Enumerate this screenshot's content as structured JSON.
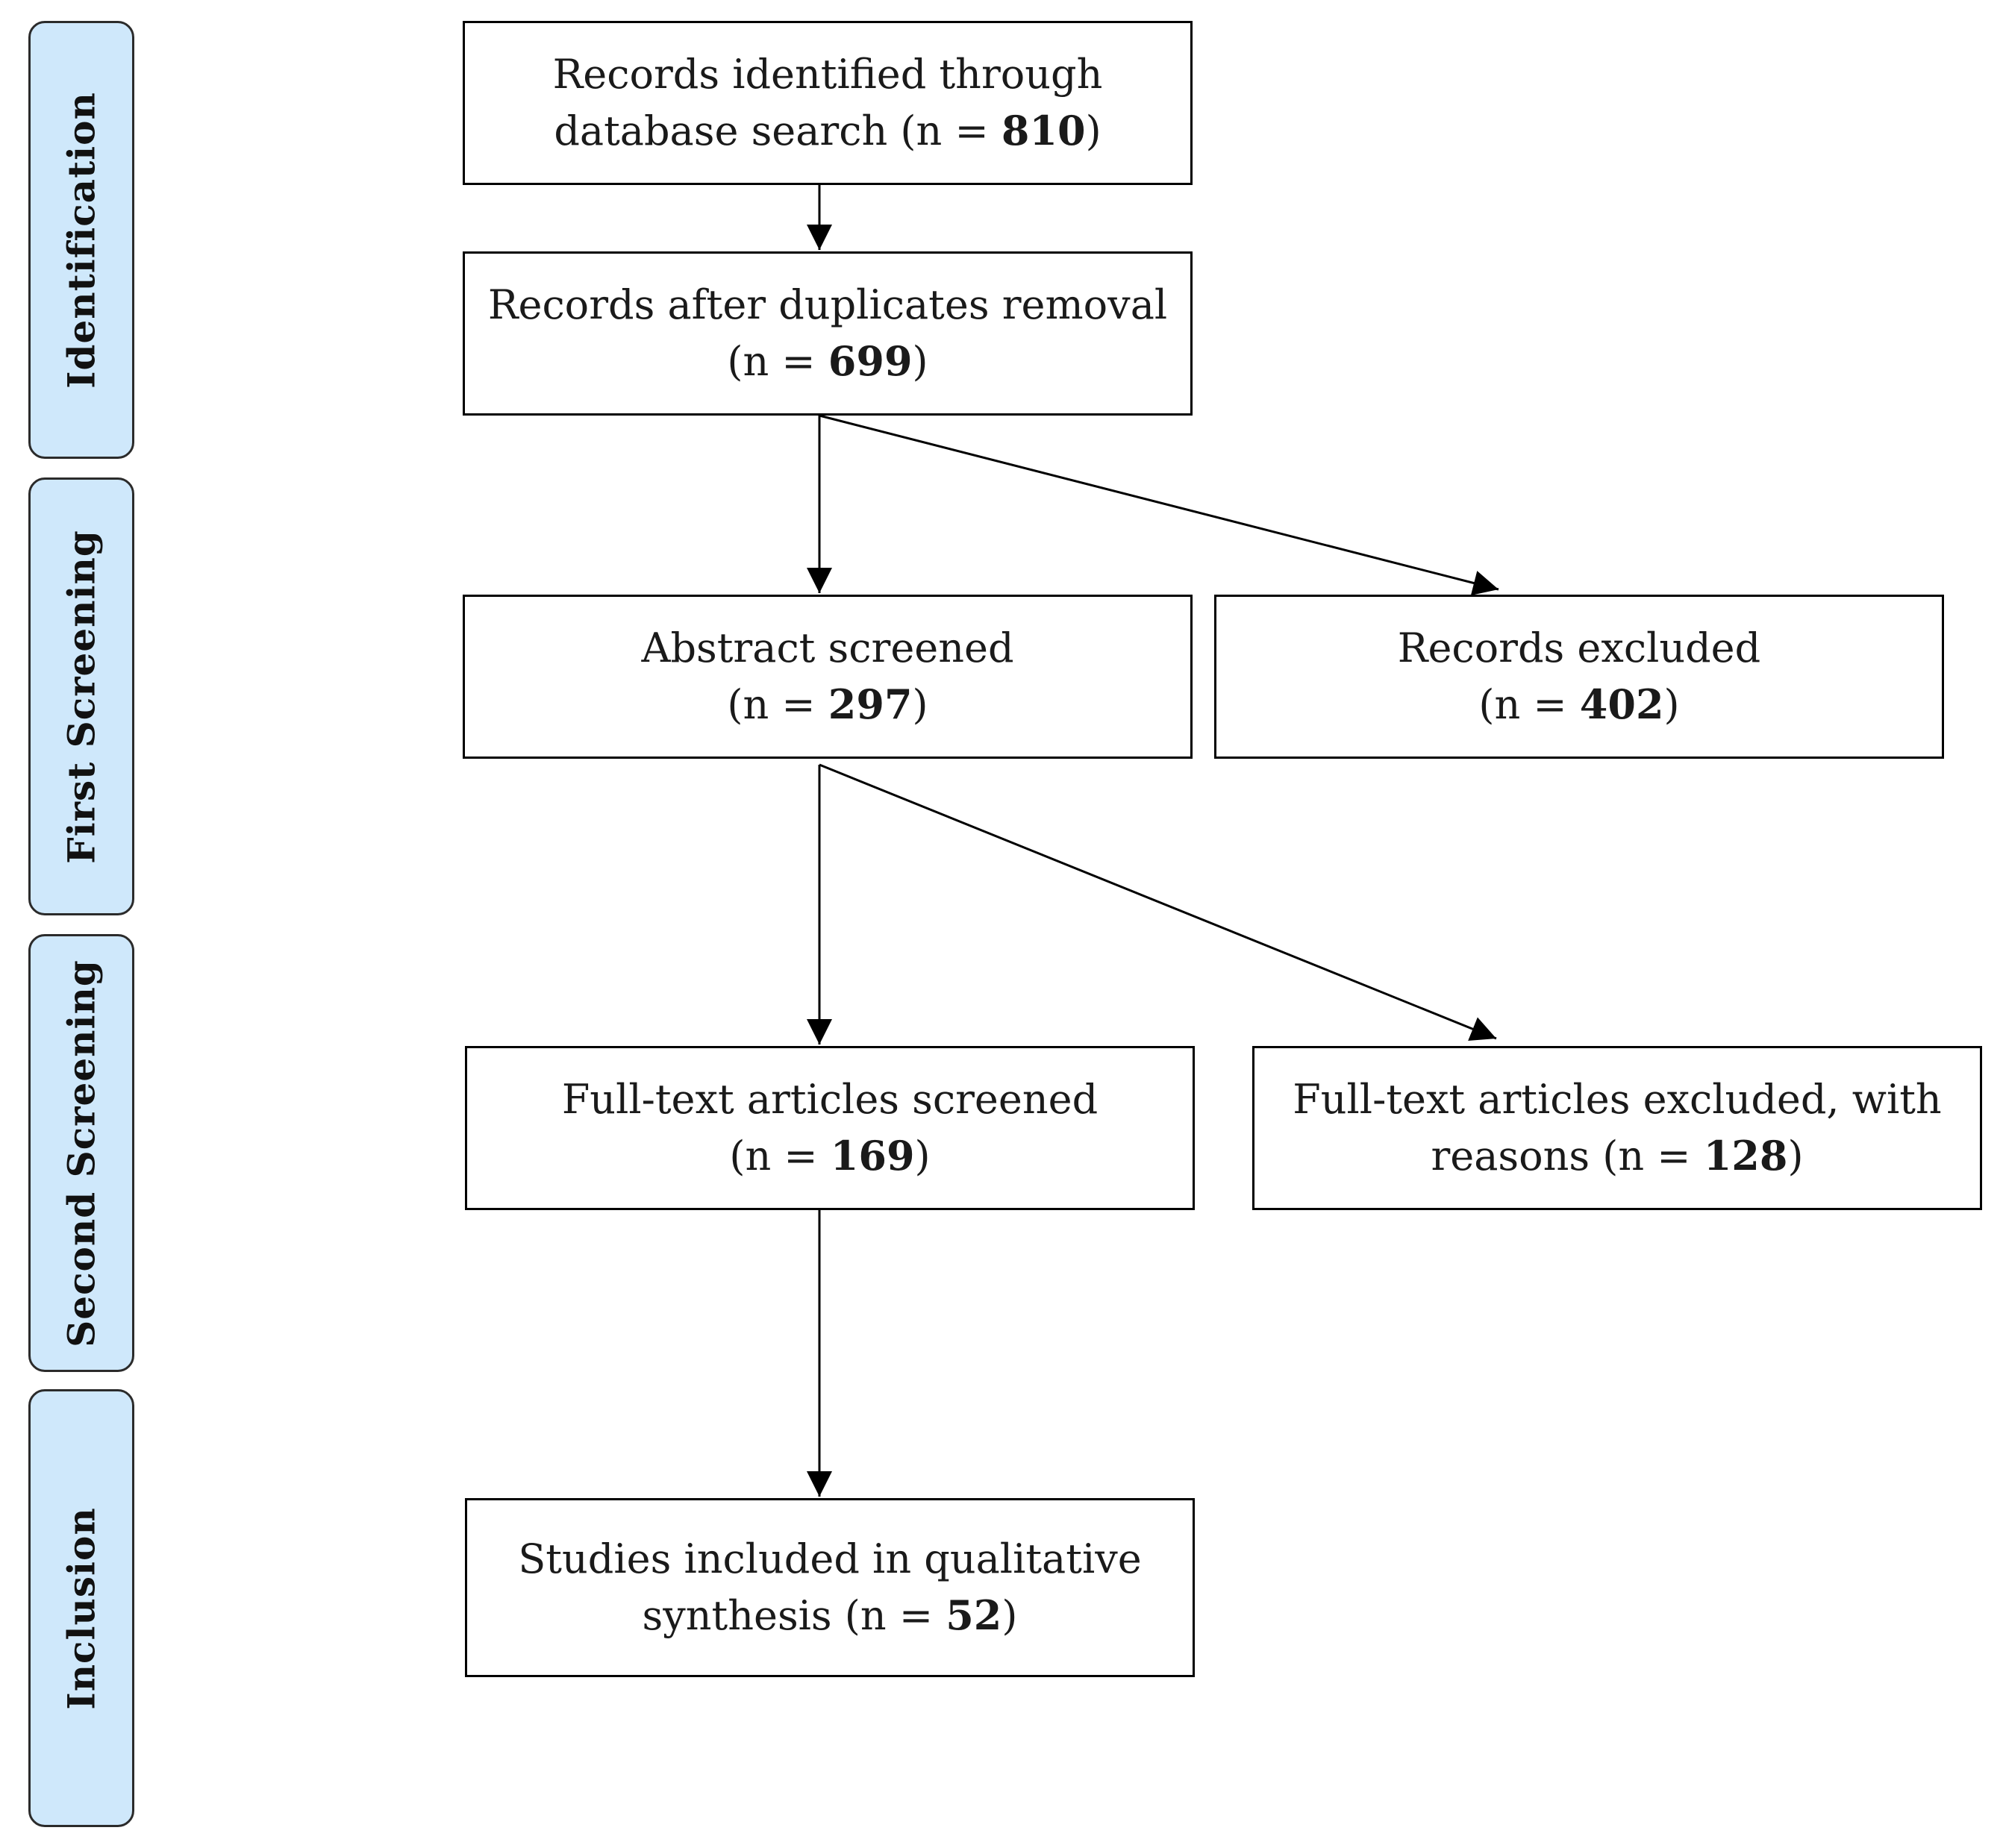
{
  "stages": [
    {
      "id": "identification",
      "label": "Identification"
    },
    {
      "id": "first-screening",
      "label": "First Screening"
    },
    {
      "id": "second-screening",
      "label": "Second Screening"
    },
    {
      "id": "inclusion",
      "label": "Inclusion"
    }
  ],
  "boxes": {
    "records_identified": {
      "line1": "Records identified through",
      "line2_prefix": "database search (n = ",
      "count": "810",
      "suffix": ")"
    },
    "records_after_dedup": {
      "line1": "Records after duplicates removal",
      "line2_prefix": "(n = ",
      "count": "699",
      "suffix": ")"
    },
    "abstract_screened": {
      "line1": "Abstract screened",
      "line2_prefix": "(n = ",
      "count": "297",
      "suffix": ")"
    },
    "records_excluded": {
      "line1": "Records excluded",
      "line2_prefix": "(n = ",
      "count": "402",
      "suffix": ")"
    },
    "fulltext_screened": {
      "line1": "Full-text articles screened",
      "line2_prefix": "(n = ",
      "count": "169",
      "suffix": ")"
    },
    "fulltext_excluded": {
      "line1": "Full-text articles excluded, with",
      "line2_prefix": "reasons (n = ",
      "count": "128",
      "suffix": ")"
    },
    "studies_included": {
      "line1": "Studies included in qualitative",
      "line2_prefix": "synthesis (n = ",
      "count": "52",
      "suffix": ")"
    }
  },
  "colors": {
    "stage_fill": "#cfe8fb",
    "stage_border": "#2b2b2b",
    "box_border": "#000000",
    "arrow": "#000000"
  }
}
